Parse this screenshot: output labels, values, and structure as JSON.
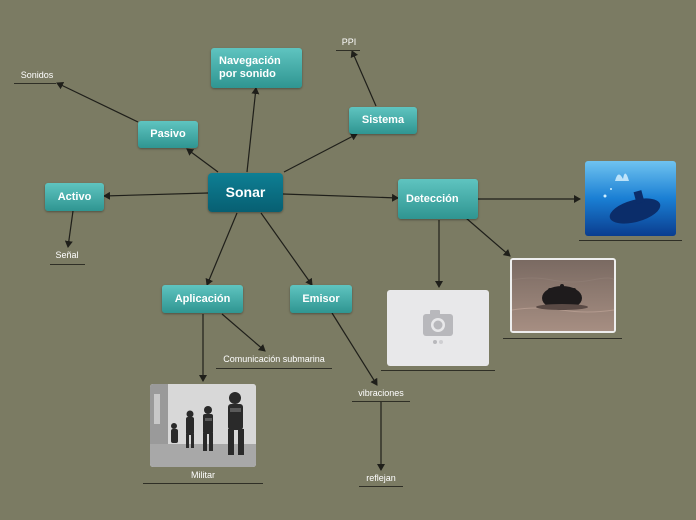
{
  "map": {
    "center": "Sonar",
    "nodes": {
      "navegacion": "Navegación por sonido",
      "pasivo": "Pasivo",
      "sistema": "Sistema",
      "activo": "Activo",
      "deteccion": "Detección",
      "aplicacion": "Aplicación",
      "emisor": "Emisor"
    },
    "labels": {
      "sonidos": "Sonidos",
      "ppi": "PPI",
      "senal": "Señal",
      "comunicacion": "Comunicación submarina",
      "vibraciones": "vibraciones",
      "reflejan": "reflejan",
      "militar": "Militar"
    },
    "images": {
      "submarine": "submarine-photo",
      "mine": "sea-mine-photo",
      "placeholder": "camera-icon",
      "soldiers": "soldiers-photo"
    }
  },
  "colors": {
    "background": "#7b7b63",
    "topic": "#3aa9a5",
    "center": "#0b6f83",
    "connector": "#1f1f1a"
  }
}
